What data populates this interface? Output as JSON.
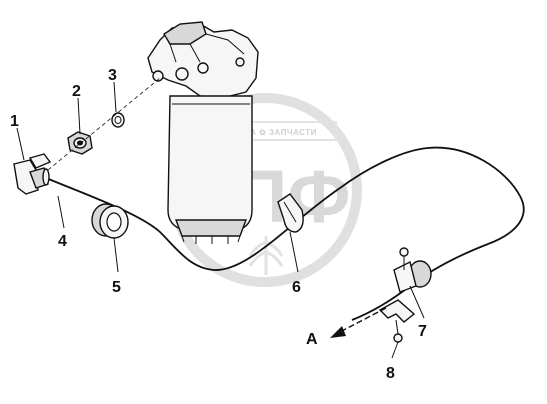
{
  "watermark": {
    "top_text": "ТЕХНИКА ✿ ЗАПЧАСТИ",
    "main_text": "ЭПФ"
  },
  "callouts": [
    "1",
    "2",
    "3",
    "4",
    "5",
    "6",
    "7",
    "8"
  ],
  "direction_label": "A"
}
